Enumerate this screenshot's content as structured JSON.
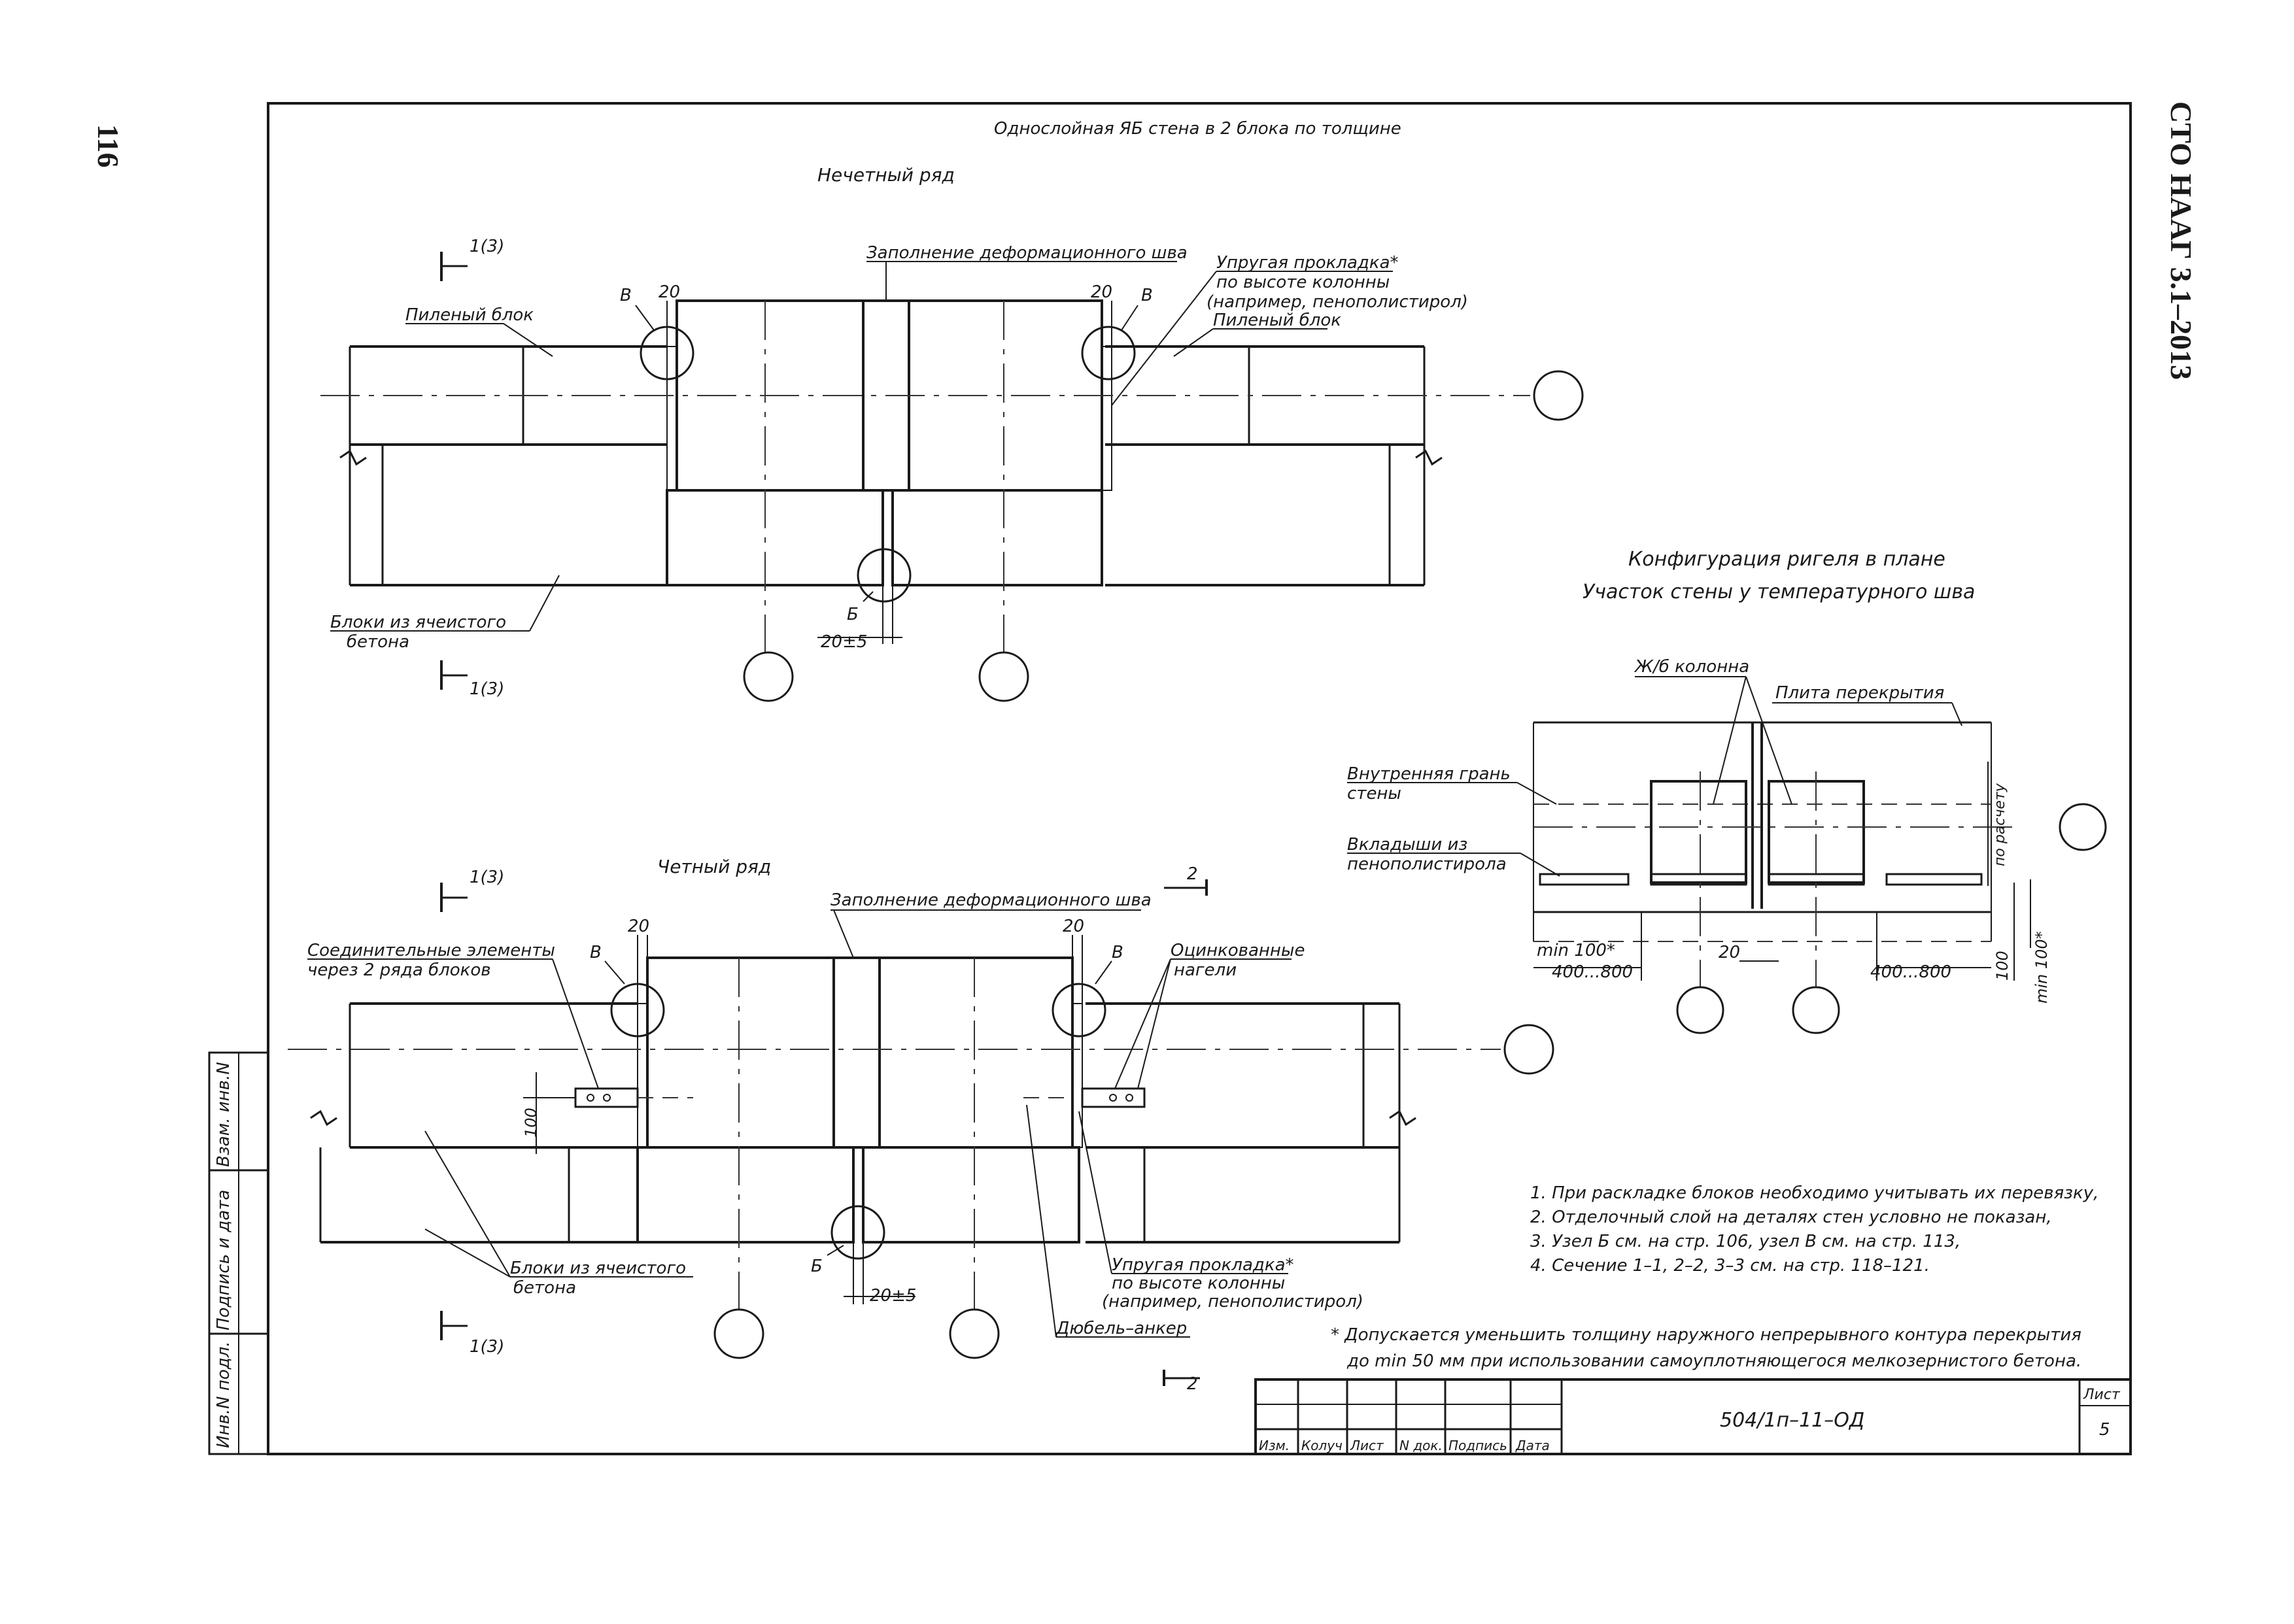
{
  "page": {
    "page_number": "116",
    "standard_code": "СТО НААГ 3.1–2013"
  },
  "drawing": {
    "main_title": "Однослойная ЯБ стена в 2 блока по толщине",
    "odd_row": {
      "heading": "Нечетный ряд",
      "section_mark": "1(3)",
      "sawn_block_left": "Пиленый блок",
      "sawn_block_right": "Пиленый блок",
      "joint_fill": "Заполнение деформационного шва",
      "elastic_pad_line1": "Упругая прокладка*",
      "elastic_pad_line2": "по высоте колонны",
      "elastic_pad_line3": "(например, пенополистирол)",
      "node_v": "В",
      "node_b": "Б",
      "dim_20_left": "20",
      "dim_20_right": "20",
      "dim_gap": "20±5",
      "blocks_line1": "Блоки из ячеистого",
      "blocks_line2": "бетона"
    },
    "even_row": {
      "heading": "Четный ряд",
      "section_mark": "1(3)",
      "section_2": "2",
      "joint_fill": "Заполнение деформационного шва",
      "connectors_line1": "Соединительные элементы",
      "connectors_line2": "через 2 ряда блоков",
      "galvanized_line1": "Оцинкованные",
      "galvanized_line2": "нагели",
      "node_v": "В",
      "node_b": "Б",
      "dim_20_left": "20",
      "dim_20_right": "20",
      "dim_100": "100",
      "dim_gap": "20±5",
      "blocks_line1": "Блоки из ячеистого",
      "blocks_line2": "бетона",
      "elastic_pad_line1": "Упругая прокладка*",
      "elastic_pad_line2": "по высоте колонны",
      "elastic_pad_line3": "(например, пенополистирол)",
      "dowel_anchor": "Дюбель–анкер"
    },
    "beam_config": {
      "title_line1": "Конфигурация ригеля в плане",
      "title_line2": "Участок стены у температурного шва",
      "rc_column": "Ж/б колонна",
      "floor_slab": "Плита перекрытия",
      "inner_face_line1": "Внутренняя грань",
      "inner_face_line2": "стены",
      "inserts_line1": "Вкладыши из",
      "inserts_line2": "пенополистирола",
      "by_calc": "по расчету",
      "min100_left": "min 100*",
      "min100_right": "min 100*",
      "dim_400_800_left": "400...800",
      "dim_400_800_right": "400...800",
      "dim_20": "20",
      "dim_100": "100"
    },
    "notes": [
      "1.  При раскладке блоков необходимо учитывать их перевязку,",
      "2.  Отделочный слой на деталях стен условно не показан,",
      "3.  Узел Б см. на стр. 106, узел В см. на стр. 113,",
      "4.  Сечение 1–1, 2–2, 3–3 см. на стр. 118–121."
    ],
    "footnote_line1": "* Допускается уменьшить толщину наружного непрерывного контура перекрытия",
    "footnote_line2": "до min 50 мм при использовании самоуплотняющегося мелкозернистого бетона.",
    "side_stamp": {
      "inv_podl": "Инв.N подл.",
      "podpis_data": "Подпись и дата",
      "vzam_inv": "Взам. инв.N"
    },
    "title_block": {
      "doc_code": "504/1п–11–ОД",
      "sheet_label": "Лист",
      "sheet_number": "5",
      "columns": [
        "Изм.",
        "Колуч",
        "Лист",
        "N док.",
        "Подпись",
        "Дата"
      ]
    }
  }
}
